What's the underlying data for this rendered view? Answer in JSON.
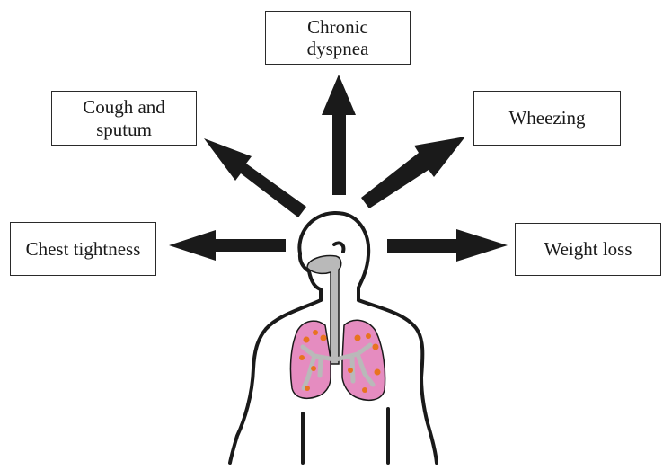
{
  "diagram": {
    "center": "human-respiratory-system",
    "symptoms": [
      {
        "id": "dyspnea",
        "label": "Chronic\ndyspnea"
      },
      {
        "id": "cough",
        "label": "Cough and\nsputum"
      },
      {
        "id": "wheezing",
        "label": "Wheezing"
      },
      {
        "id": "chest",
        "label": "Chest tightness"
      },
      {
        "id": "weight",
        "label": "Weight loss"
      }
    ],
    "colors": {
      "outline": "#1a1a1a",
      "arrow": "#1a1a1a",
      "lung_fill": "#e58cc0",
      "airway": "#b9b9b9",
      "inflammation": "#e8731f"
    }
  }
}
